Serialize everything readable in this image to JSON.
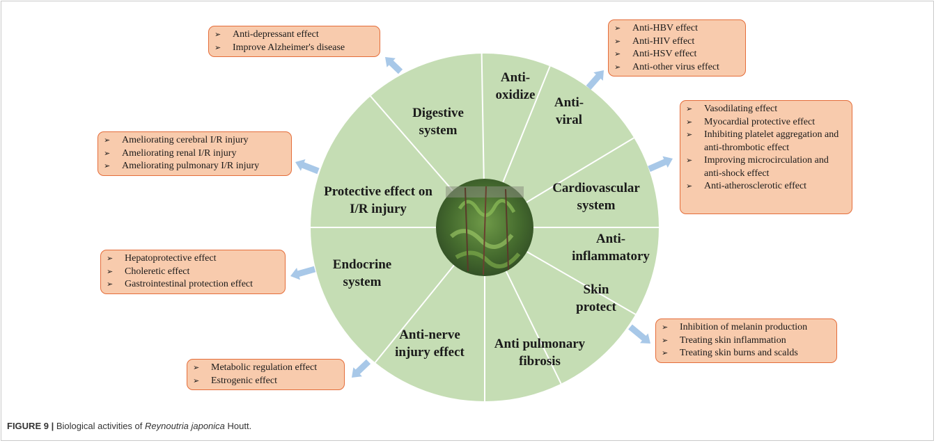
{
  "caption": {
    "label": "FIGURE 9 |",
    "text_before": "Biological activities of ",
    "species": "Reynoutria japonica",
    "text_after": " Houtt."
  },
  "segments": [
    {
      "id": "anti-oxidize",
      "lines": [
        "Anti-",
        "oxidize"
      ]
    },
    {
      "id": "anti-viral",
      "lines": [
        "Anti-",
        "viral"
      ]
    },
    {
      "id": "cardiovascular",
      "lines": [
        "Cardiovascular",
        "system"
      ]
    },
    {
      "id": "anti-inflammatory",
      "lines": [
        "Anti-",
        "inflammatory"
      ]
    },
    {
      "id": "skin-protect",
      "lines": [
        "Skin",
        "protect"
      ]
    },
    {
      "id": "anti-pulmonary-fibrosis",
      "lines": [
        "Anti pulmonary",
        "fibrosis"
      ]
    },
    {
      "id": "anti-nerve-injury",
      "lines": [
        "Anti-nerve",
        "injury effect"
      ]
    },
    {
      "id": "endocrine",
      "lines": [
        "Endocrine",
        "system"
      ]
    },
    {
      "id": "ir-injury",
      "lines": [
        "Protective effect on",
        "I/R injury"
      ]
    },
    {
      "id": "digestive",
      "lines": [
        "Digestive",
        "system"
      ]
    }
  ],
  "boxes": {
    "neuro": [
      "Anti-depressant effect",
      "Improve Alzheimer's disease"
    ],
    "antiviral": [
      "Anti-HBV effect",
      "Anti-HIV effect",
      "Anti-HSV effect",
      "Anti-other virus effect"
    ],
    "cardio": [
      "Vasodilating effect",
      "Myocardial protective effect",
      "Inhibiting platelet aggregation and anti-thrombotic effect",
      "Improving microcirculation and anti-shock effect",
      "Anti-atherosclerotic effect"
    ],
    "ir": [
      "Ameliorating  cerebral I/R injury",
      "Ameliorating  renal I/R injury",
      "Ameliorating  pulmonary I/R injury"
    ],
    "liver": [
      "Hepatoprotective effect",
      "Choleretic effect",
      "Gastrointestinal protection effect"
    ],
    "skin": [
      "Inhibition of melanin production",
      "Treating skin inflammation",
      "Treating skin burns and scalds"
    ],
    "metabolic": [
      "Metabolic regulation effect",
      "Estrogenic effect"
    ]
  },
  "colors": {
    "wheel": "#c5ddb4",
    "divider": "#ffffff",
    "box_fill": "#f8cbad",
    "box_border": "#e46c39",
    "arrow": "#a8c8e8",
    "photo_dark": "#2f4a24",
    "photo_light": "#6f9a48"
  }
}
